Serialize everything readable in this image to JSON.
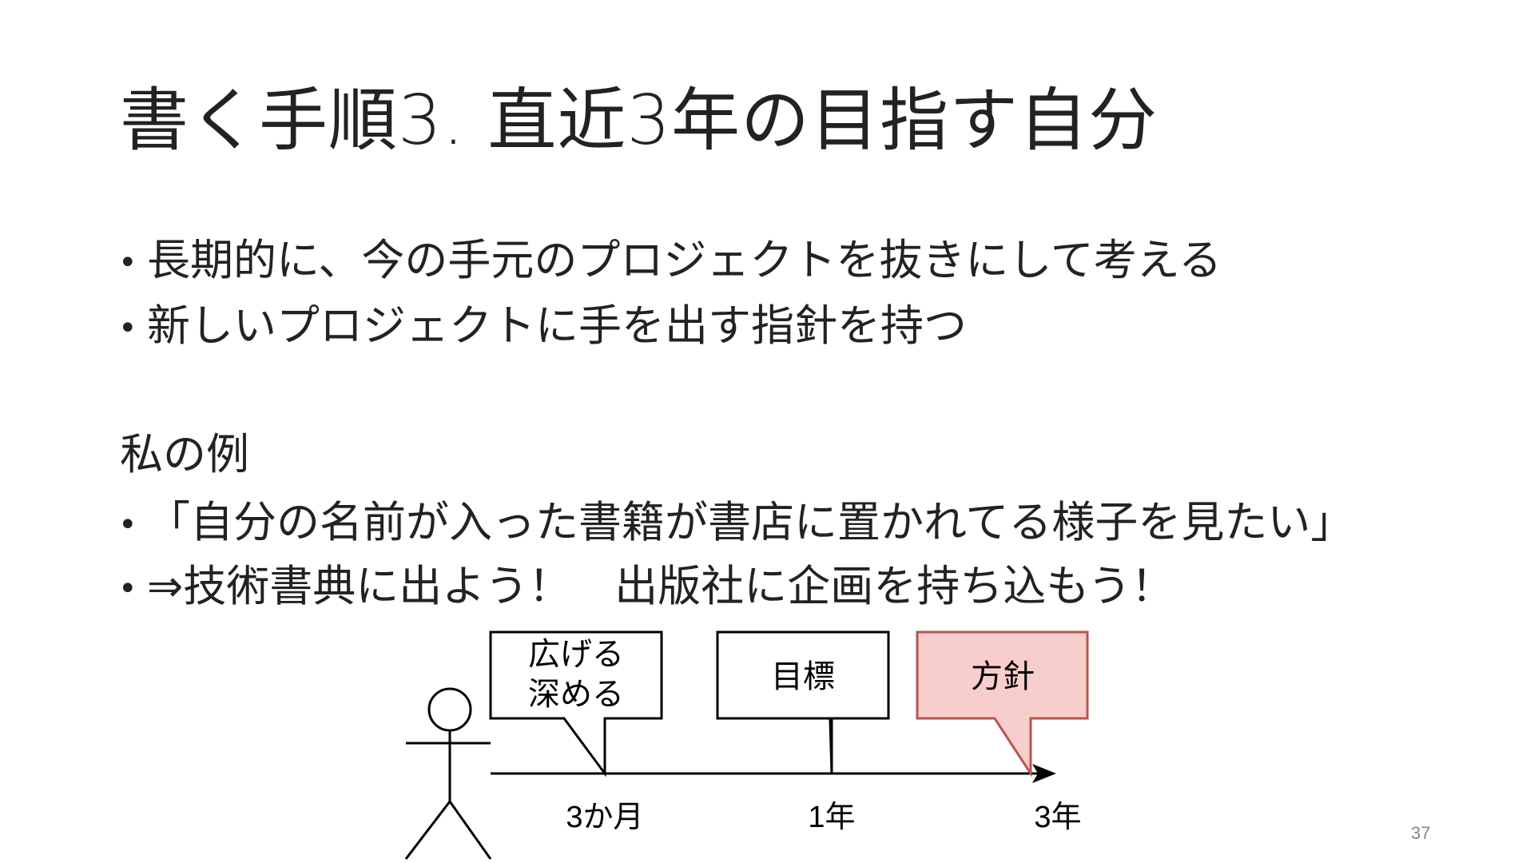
{
  "slide": {
    "title": "書く手順3. 直近3年の目指す自分",
    "bullets": [
      "長期的に、今の手元のプロジェクトを抜きにして考える",
      "新しいプロジェクトに手を出す指針を持つ"
    ],
    "example_heading": "私の例",
    "example_bullets": [
      "「自分の名前が入った書籍が書店に置かれてる様子を見たい」",
      "⇒技術書典に出よう！　出版社に企画を持ち込もう！"
    ],
    "bullet_glyph": "•",
    "page_number": "37"
  },
  "timeline": {
    "figure_icon": "stick-figure-person",
    "callouts": [
      {
        "line1": "広げる",
        "line2": "深める",
        "highlight": false
      },
      {
        "line1": "目標",
        "line2": "",
        "highlight": false
      },
      {
        "line1": "方針",
        "line2": "",
        "highlight": true
      }
    ],
    "ticks": [
      "3か月",
      "1年",
      "3年"
    ]
  },
  "colors": {
    "text": "#222222",
    "highlight_fill": "#f8cecc",
    "highlight_stroke": "#b85450",
    "line": "#000000"
  }
}
